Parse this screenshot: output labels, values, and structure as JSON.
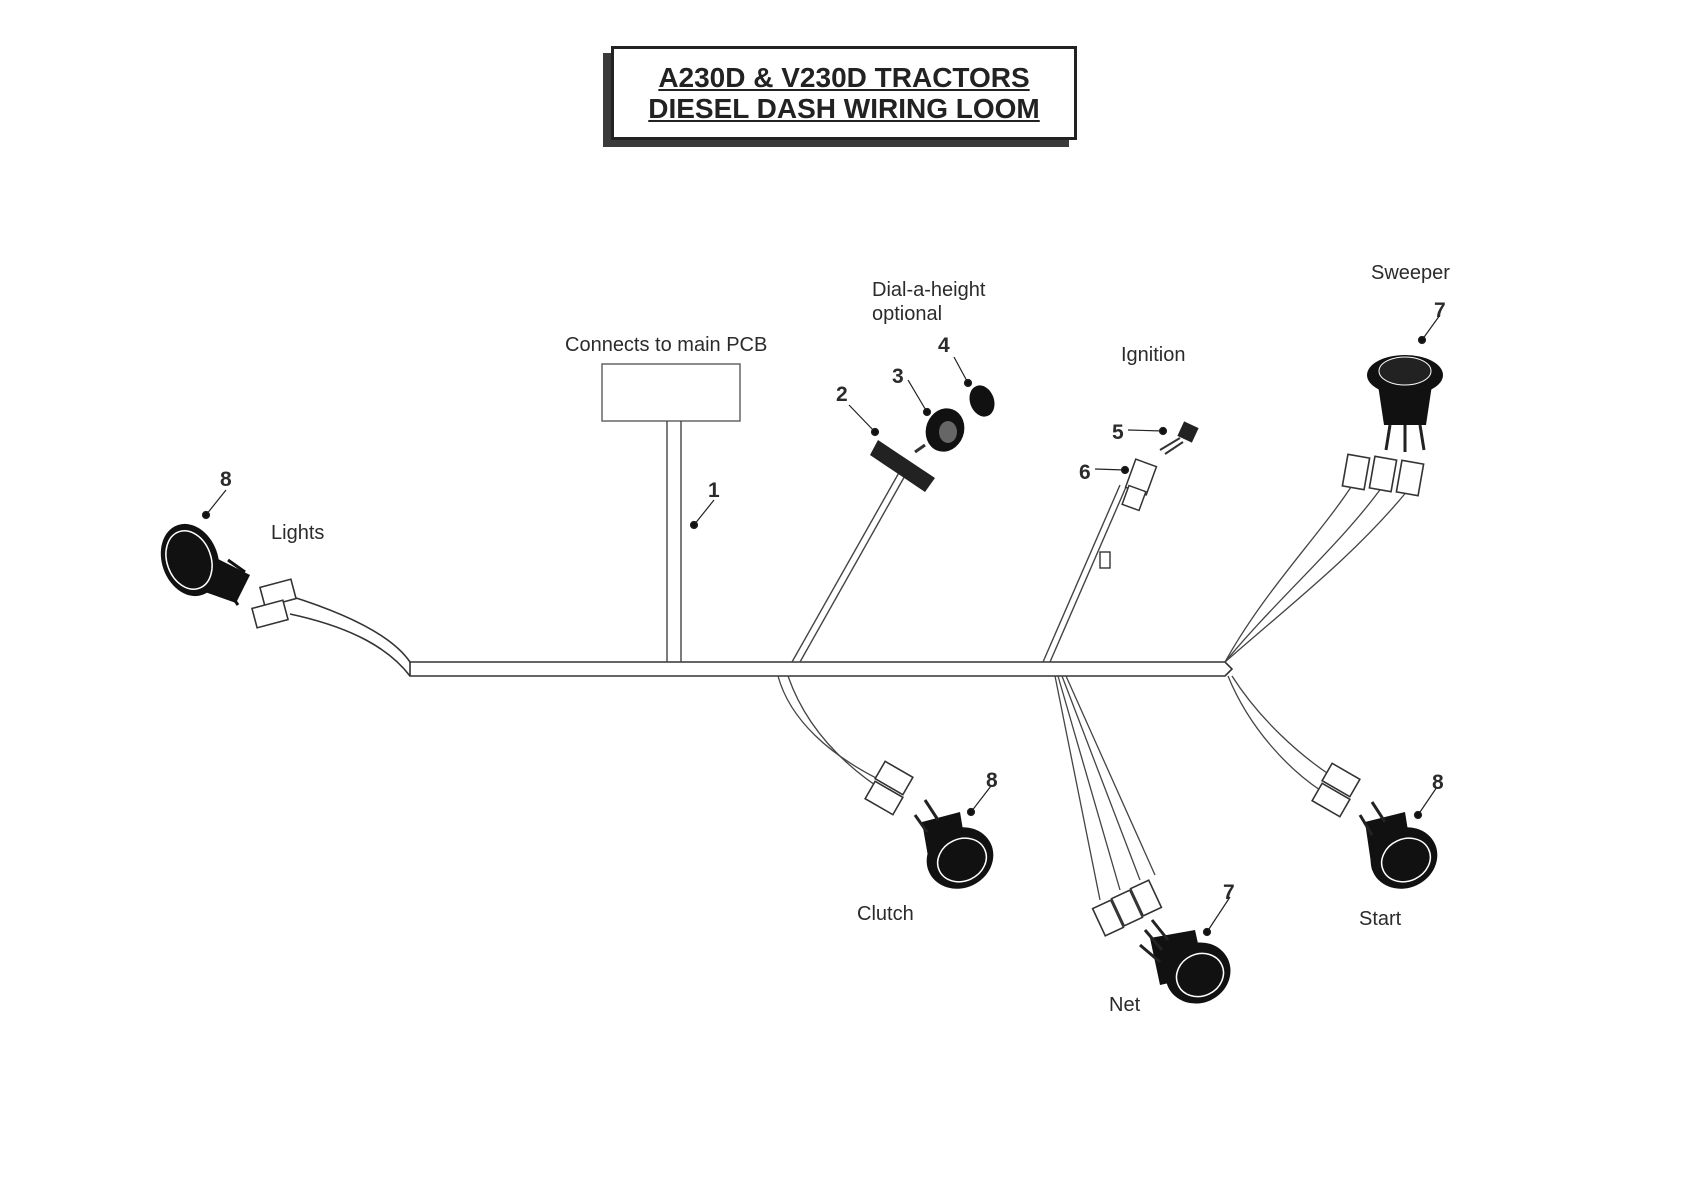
{
  "title": {
    "line1": "A230D & V230D TRACTORS",
    "line2": "DIESEL DASH WIRING LOOM"
  },
  "labels": {
    "pcb": "Connects to main PCB",
    "dial_line1": "Dial-a-height",
    "dial_line2": "optional",
    "ignition": "Ignition",
    "sweeper": "Sweeper",
    "lights": "Lights",
    "clutch": "Clutch",
    "net": "Net",
    "start": "Start"
  },
  "callouts": {
    "loom": "1",
    "dial_plate": "2",
    "dial_knob": "3",
    "dial_cap": "4",
    "key": "5",
    "ignition_switch": "6",
    "sweeper_switch": "7",
    "lights_switch": "8",
    "clutch_switch": "8",
    "net_switch": "7",
    "start_switch": "8"
  }
}
